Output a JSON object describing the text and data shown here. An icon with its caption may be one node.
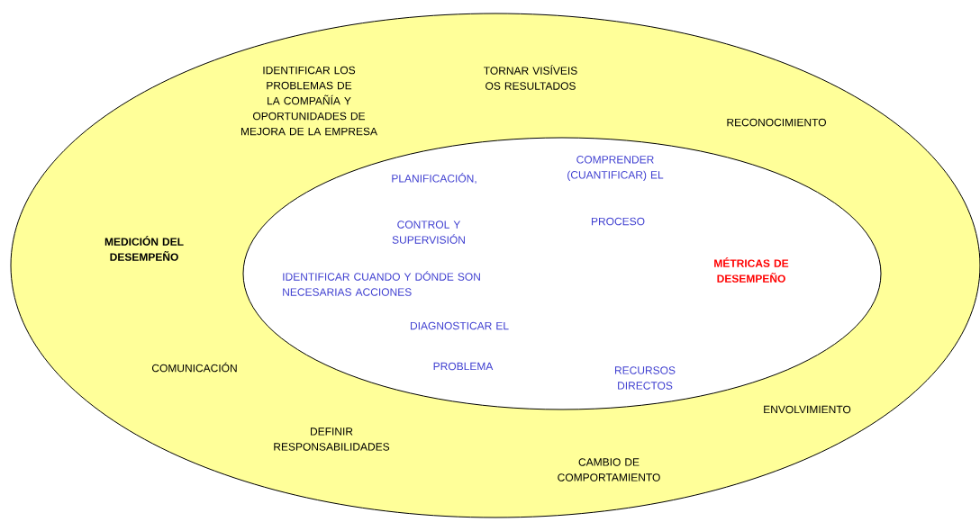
{
  "diagram": {
    "nodes": [
      {
        "text": [
          "IDENTIFICAR LOS PROBLEMAS DE LA COMPAÑÍA Y OPORTUNIDADES DE MEJORA DE LA EMPRESA",
          "TORNAR VISÍVEIS OS RESULTADOS",
          "RECONOCIMIENTO",
          "MEDICIÓN DEL DESEMPEÑO",
          "COMUNICACIÓN",
          "ENVOLVIMIENTO",
          "DEFINIR RESPONSABILIDADES",
          "CAMBIO DE COMPORTAMIENTO"
        ]
      },
      {
        "text": [
          "PLANIFICACIÓN,",
          "COMPRENDER (CUANTIFICAR) EL",
          "CONTROL Y SUPERVISIÓN",
          "PROCESO",
          "MÉTRICAS DE DESEMPEÑO",
          "IDENTIFICAR CUANDO Y DÓNDE SON NECESARIAS ACCIONES",
          "DIAGNOSTICAR EL",
          "PROBLEMA",
          "RECURSOS DIRECTOS"
        ],
        "in": 0
      }
    ]
  }
}
